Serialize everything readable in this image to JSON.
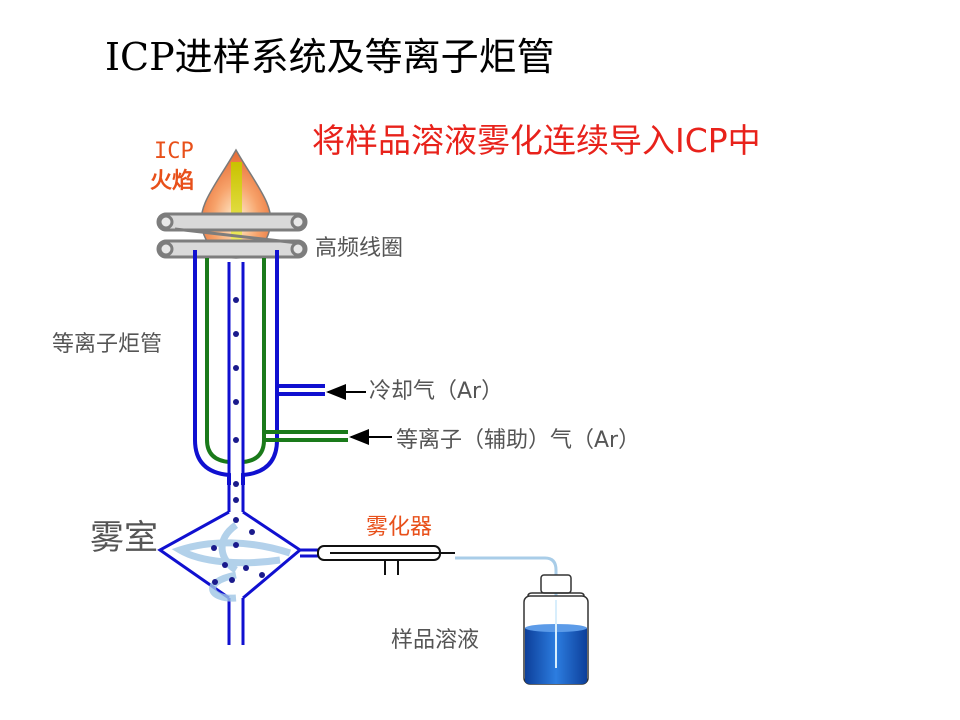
{
  "title": "ICP进样系统及等离子炬管",
  "subtitle": "将样品溶液雾化连续导入ICP中",
  "labels": {
    "flame_line1": "ICP",
    "flame_line2": "火焰",
    "coil": "高频线圈",
    "torch": "等离子炬管",
    "cooling_gas": "冷却气（Ar）",
    "aux_gas": "等离子（辅助）气（Ar）",
    "spray_chamber": "雾室",
    "nebulizer": "雾化器",
    "sample_solution": "样品溶液"
  },
  "colors": {
    "subtitle": "#e8221b",
    "torch_outer": "#1010d0",
    "torch_inner": "#1a7a1a",
    "coil": "#8a8a8a",
    "flame": "#f08a4b",
    "solution": "#1a5fc8",
    "label_orange": "#e8501a"
  }
}
